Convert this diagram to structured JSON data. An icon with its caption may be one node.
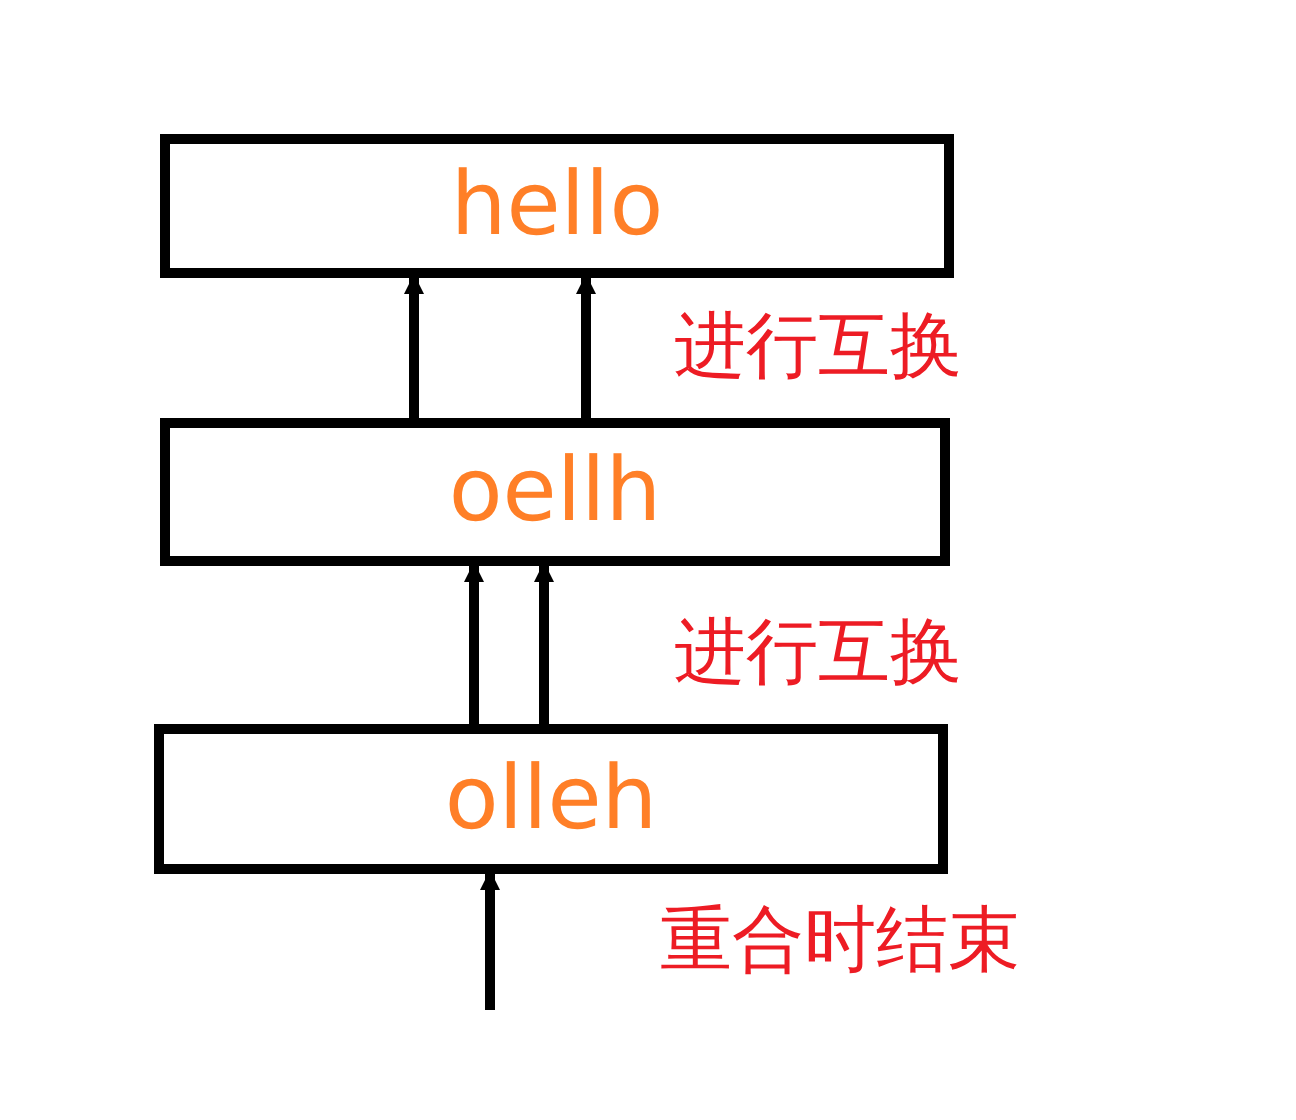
{
  "diagram": {
    "nodes": [
      {
        "text": [
          "hello"
        ]
      },
      {
        "text": [
          "oellh"
        ]
      },
      {
        "text": [
          "olleh"
        ]
      }
    ],
    "edges": [
      {
        "from": 1,
        "to": 0,
        "arrow": "to"
      },
      {
        "from": 1,
        "to": 0,
        "arrow": "to"
      },
      {
        "from": 2,
        "to": 1,
        "arrow": "to"
      },
      {
        "from": 2,
        "to": 1,
        "arrow": "to"
      },
      {
        "from": null,
        "to": 2,
        "arrow": "to"
      }
    ],
    "labels": [
      "进行互换",
      "进行互换",
      "重合时结束"
    ]
  }
}
